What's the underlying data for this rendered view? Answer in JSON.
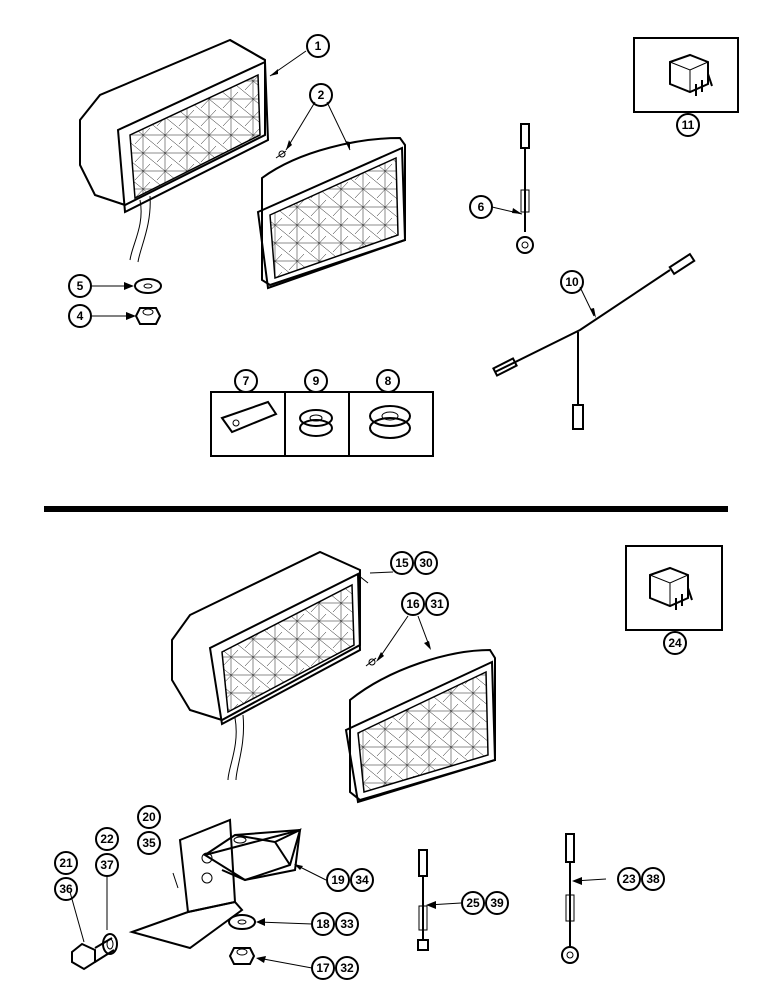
{
  "callouts": {
    "c1": "1",
    "c2": "2",
    "c4": "4",
    "c5": "5",
    "c6": "6",
    "c7": "7",
    "c8": "8",
    "c9": "9",
    "c10": "10",
    "c11": "11",
    "c15": "15",
    "c30": "30",
    "c16": "16",
    "c31": "31",
    "c24": "24",
    "c20": "20",
    "c35": "35",
    "c22": "22",
    "c37": "37",
    "c21": "21",
    "c36": "36",
    "c19": "19",
    "c34": "34",
    "c18": "18",
    "c33": "33",
    "c17": "17",
    "c32": "32",
    "c25": "25",
    "c39": "39",
    "c23": "23",
    "c38": "38"
  },
  "colors": {
    "ink": "#000000",
    "paper": "#ffffff",
    "lens": "#f2f2f2"
  }
}
